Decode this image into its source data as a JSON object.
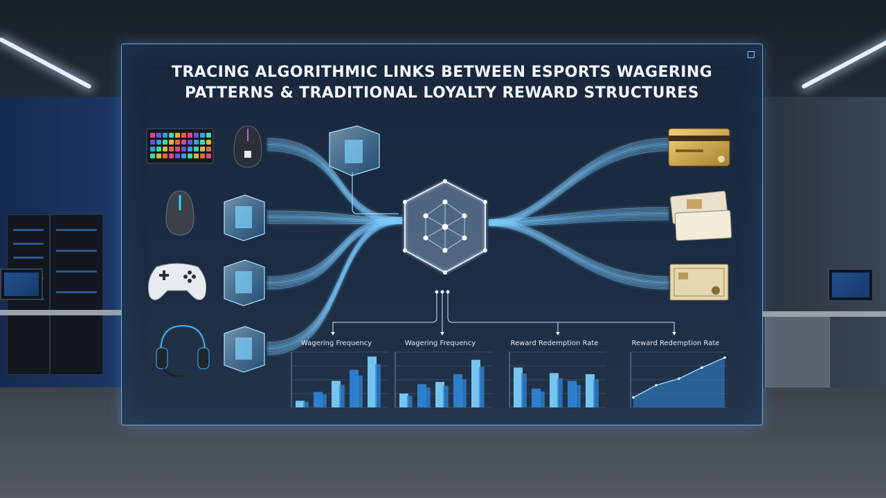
{
  "title": {
    "line1": "TRACING ALGORITHMIC LINKS BETWEEN ESPORTS WAGERING",
    "line2": "PATTERNS & TRADITIONAL LOYALTY REWARD STRUCTURES"
  },
  "inputs": [
    {
      "icon": "keyboard-icon"
    },
    {
      "icon": "gaming-mouse-icon"
    },
    {
      "icon": "game-controller-icon"
    },
    {
      "icon": "headset-icon"
    }
  ],
  "outputs": [
    {
      "icon": "gold-credit-card-icon"
    },
    {
      "icon": "reward-tickets-icon"
    },
    {
      "icon": "voucher-certificate-icon"
    }
  ],
  "colors": {
    "accent": "#6fc3ff",
    "glow": "#9fe0ff",
    "bar_light": "#7fd4ff",
    "bar_dark": "#2f86d8",
    "title": "#f2f6fb"
  },
  "chart_data": [
    {
      "type": "bar",
      "title": "Wagering Frequency",
      "values": [
        12,
        28,
        48,
        68,
        92
      ]
    },
    {
      "type": "bar",
      "title": "Wagering Frequency",
      "values": [
        25,
        42,
        46,
        60,
        86
      ]
    },
    {
      "type": "bar",
      "title": "Reward Redemption Rate",
      "values": [
        72,
        34,
        62,
        48,
        60
      ]
    },
    {
      "type": "area",
      "title": "Reward Redemption Rate",
      "values": [
        18,
        40,
        52,
        72,
        90
      ]
    }
  ]
}
